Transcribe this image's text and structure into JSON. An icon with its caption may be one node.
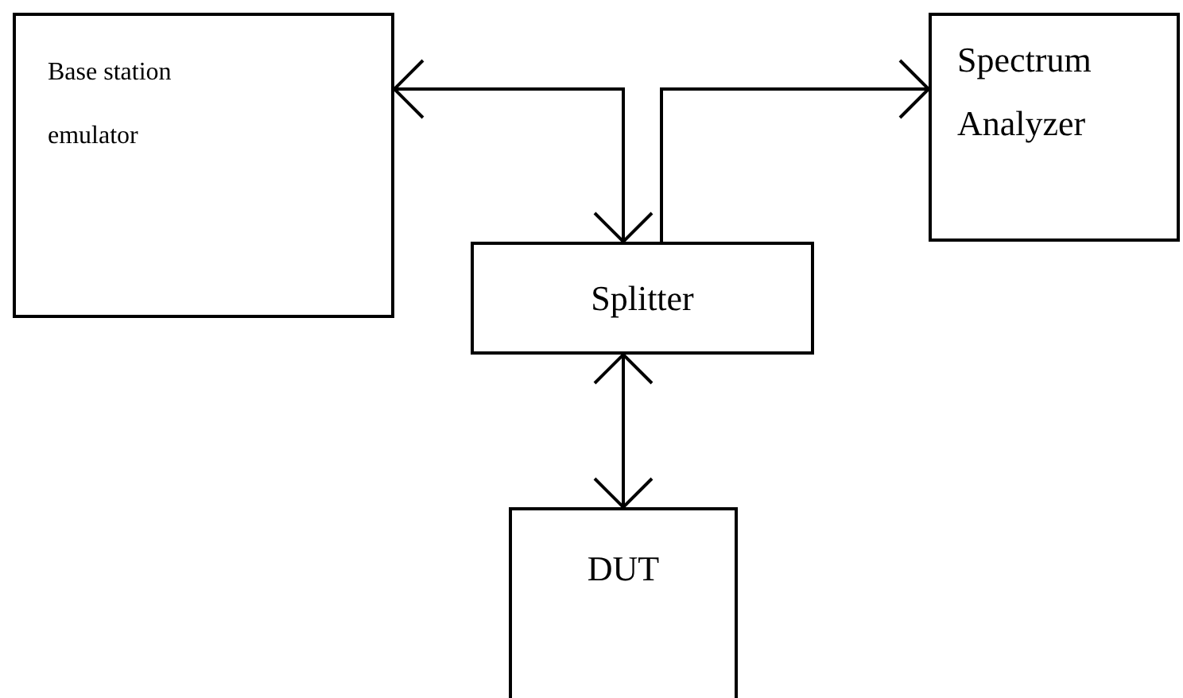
{
  "diagram": {
    "nodes": [
      {
        "text": [
          "Base station emulator"
        ]
      },
      {
        "text": [
          "Spectrum Analyzer"
        ]
      },
      {
        "text": [
          "Splitter"
        ]
      },
      {
        "text": [
          "DUT"
        ]
      }
    ],
    "edges": [
      {
        "from": 2,
        "to": 0,
        "arrow": "both"
      },
      {
        "from": 2,
        "to": 1,
        "arrow": "to"
      },
      {
        "from": 2,
        "to": 3,
        "arrow": "both"
      }
    ]
  }
}
